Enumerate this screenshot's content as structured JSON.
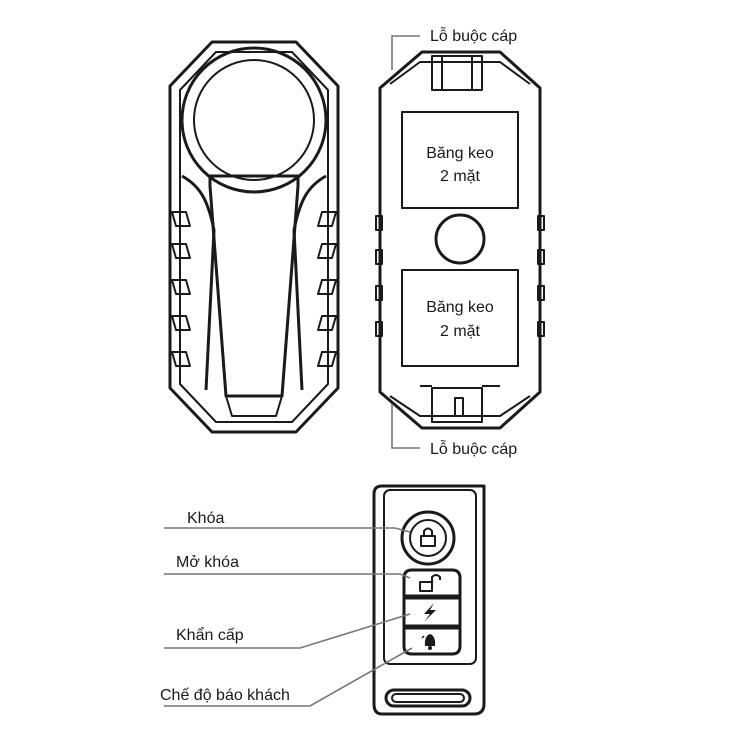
{
  "labels": {
    "cable_hole_top": "Lỗ buộc cáp",
    "cable_hole_bottom": "Lỗ buộc cáp",
    "tape_top_line1": "Băng keo",
    "tape_top_line2": "2 mặt",
    "tape_bottom_line1": "Băng keo",
    "tape_bottom_line2": "2 mặt",
    "lock": "Khóa",
    "unlock": "Mở khóa",
    "emergency": "Khẩn cấp",
    "guest_mode": "Chế độ báo khách"
  },
  "icons": [
    "lock-icon",
    "unlock-icon",
    "lightning-icon",
    "bell-icon"
  ],
  "colors": {
    "line": "#1a1a1a",
    "leader": "#777777",
    "background": "#ffffff"
  }
}
